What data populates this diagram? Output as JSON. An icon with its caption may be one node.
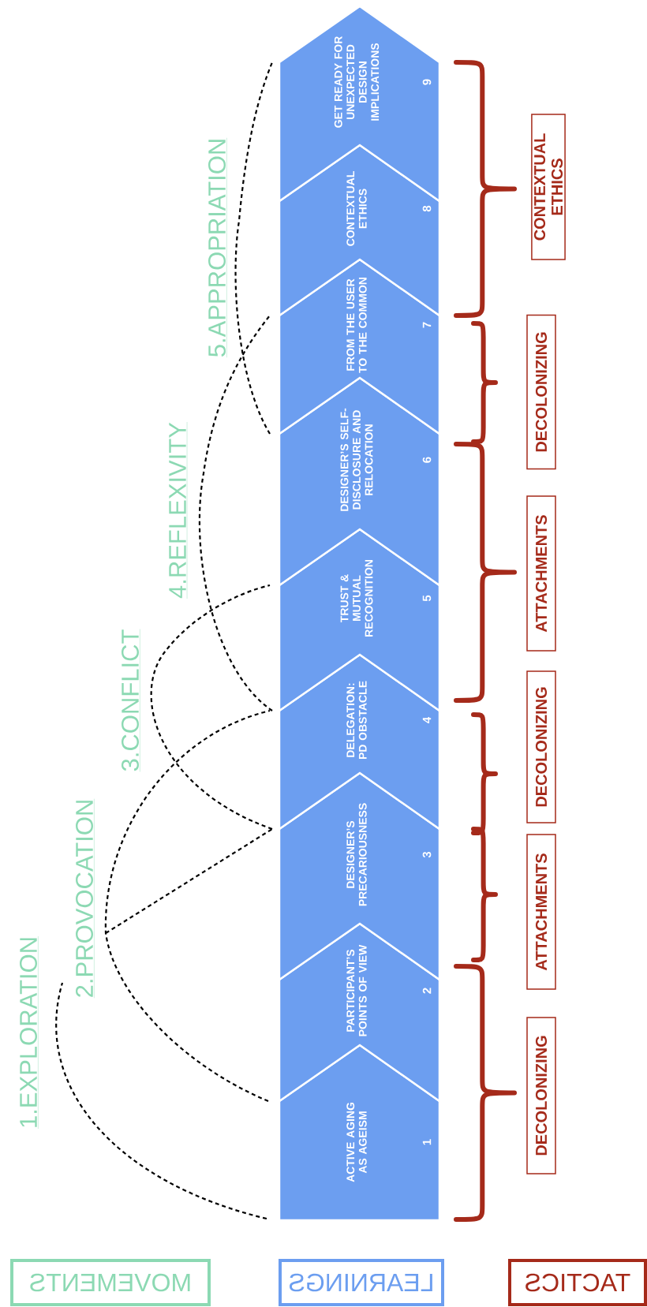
{
  "diagram": {
    "nodes": [
      {
        "text": [
          "MOVEMENTS"
        ]
      },
      {
        "text": [
          "LEARNINGS"
        ]
      },
      {
        "text": [
          "TACTICS"
        ]
      },
      {
        "text": [
          "ACTIVE AGING AS AGEISM",
          "1"
        ]
      },
      {
        "text": [
          "PARTICIPANT’S POINTS OF VIEW",
          "2"
        ]
      },
      {
        "text": [
          "DESIGNER’S PRECARIOUSNESS",
          "3"
        ]
      },
      {
        "text": [
          "DELEGATION: PD OBSTACLE",
          "4"
        ]
      },
      {
        "text": [
          "TRUST & MUTUAL RECOGNITION",
          "5"
        ]
      },
      {
        "text": [
          "DESIGNER’S SELF-DISCLOSURE AND RELOCATION",
          "6"
        ]
      },
      {
        "text": [
          "FROM THE USER TO THE COMMON",
          "7"
        ]
      },
      {
        "text": [
          "CONTEXTUAL ETHICS",
          "8"
        ]
      },
      {
        "text": [
          "GET READY FOR UNEXPECTED DESIGN IMPLICATIONS",
          "9"
        ]
      },
      {
        "text": [
          "DECOLONIZING"
        ]
      },
      {
        "text": [
          "ATTACHMENTS"
        ]
      },
      {
        "text": [
          "DECOLONIZING"
        ]
      },
      {
        "text": [
          "ATTACHMENTS"
        ]
      },
      {
        "text": [
          "DECOLONIZING"
        ]
      },
      {
        "text": [
          "CONTEXTUAL ETHICS"
        ]
      }
    ],
    "labels": [
      "1.EXPLORATION",
      "2.PROVOCATION",
      "3.CONFLICT",
      "4.REFLEXIVITY",
      "5.APPROPRIATION"
    ]
  }
}
